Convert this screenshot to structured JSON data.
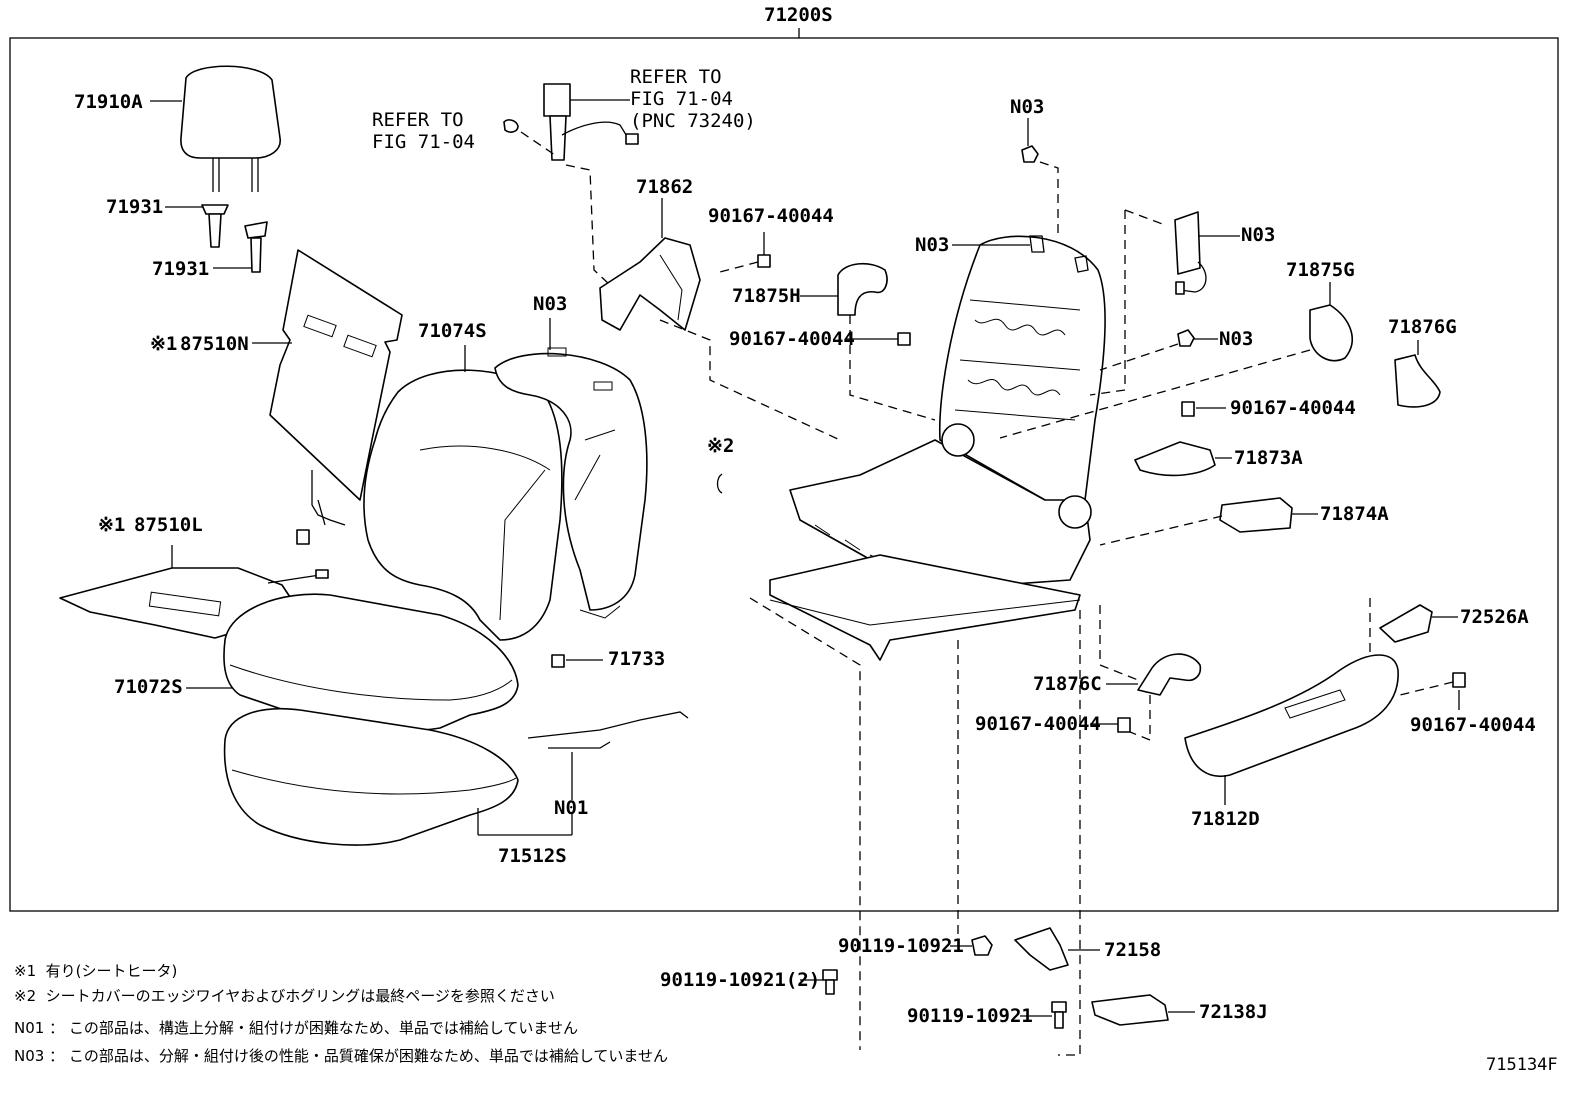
{
  "diagram": {
    "assembly": "71200S",
    "figure_id": "715134F",
    "parts": {
      "p71910A": "71910A",
      "p71931a": "71931",
      "p71931b": "71931",
      "p87510N": "87510N",
      "p87510N_mark": "※1",
      "p87510L": "87510L",
      "p87510L_mark": "※1",
      "p71074S": "71074S",
      "pN03_back": "N03",
      "p71072S": "71072S",
      "p71733": "71733",
      "pN01": "N01",
      "p71512S": "71512S",
      "ref_left_1": "REFER TO",
      "ref_left_2": "FIG 71-04",
      "ref_top_1": "REFER TO",
      "ref_top_2": "FIG 71-04",
      "ref_top_3": "(PNC 73240)",
      "p71862": "71862",
      "p90167_a": "90167-40044",
      "p71875H": "71875H",
      "p90167_b": "90167-40044",
      "mark2": "※2",
      "pN03_top": "N03",
      "pN03_frame": "N03",
      "pN03_airbag": "N03",
      "p71875G": "71875G",
      "pN03_bolt": "N03",
      "p71876G": "71876G",
      "p90167_c": "90167-40044",
      "p71873A": "71873A",
      "p71874A": "71874A",
      "p72526A": "72526A",
      "p71876C": "71876C",
      "p90167_d": "90167-40044",
      "p90167_e": "90167-40044",
      "p71812D": "71812D",
      "p90119_a": "90119-10921",
      "p72158": "72158",
      "p90119_b": "90119-10921(2)",
      "p90119_c": "90119-10921",
      "p72138J": "72138J"
    }
  },
  "notes": {
    "n1": "※1  有り(シートヒータ)",
    "n2": "※2  シートカバーのエッジワイヤおよびホグリングは最終ページを参照ください",
    "n3": "N01 ： この部品は、構造上分解・組付けが困難なため、単品では補給していません",
    "n4": "N03 ： この部品は、分解・組付け後の性能・品質確保が困難なため、単品では補給していません"
  }
}
